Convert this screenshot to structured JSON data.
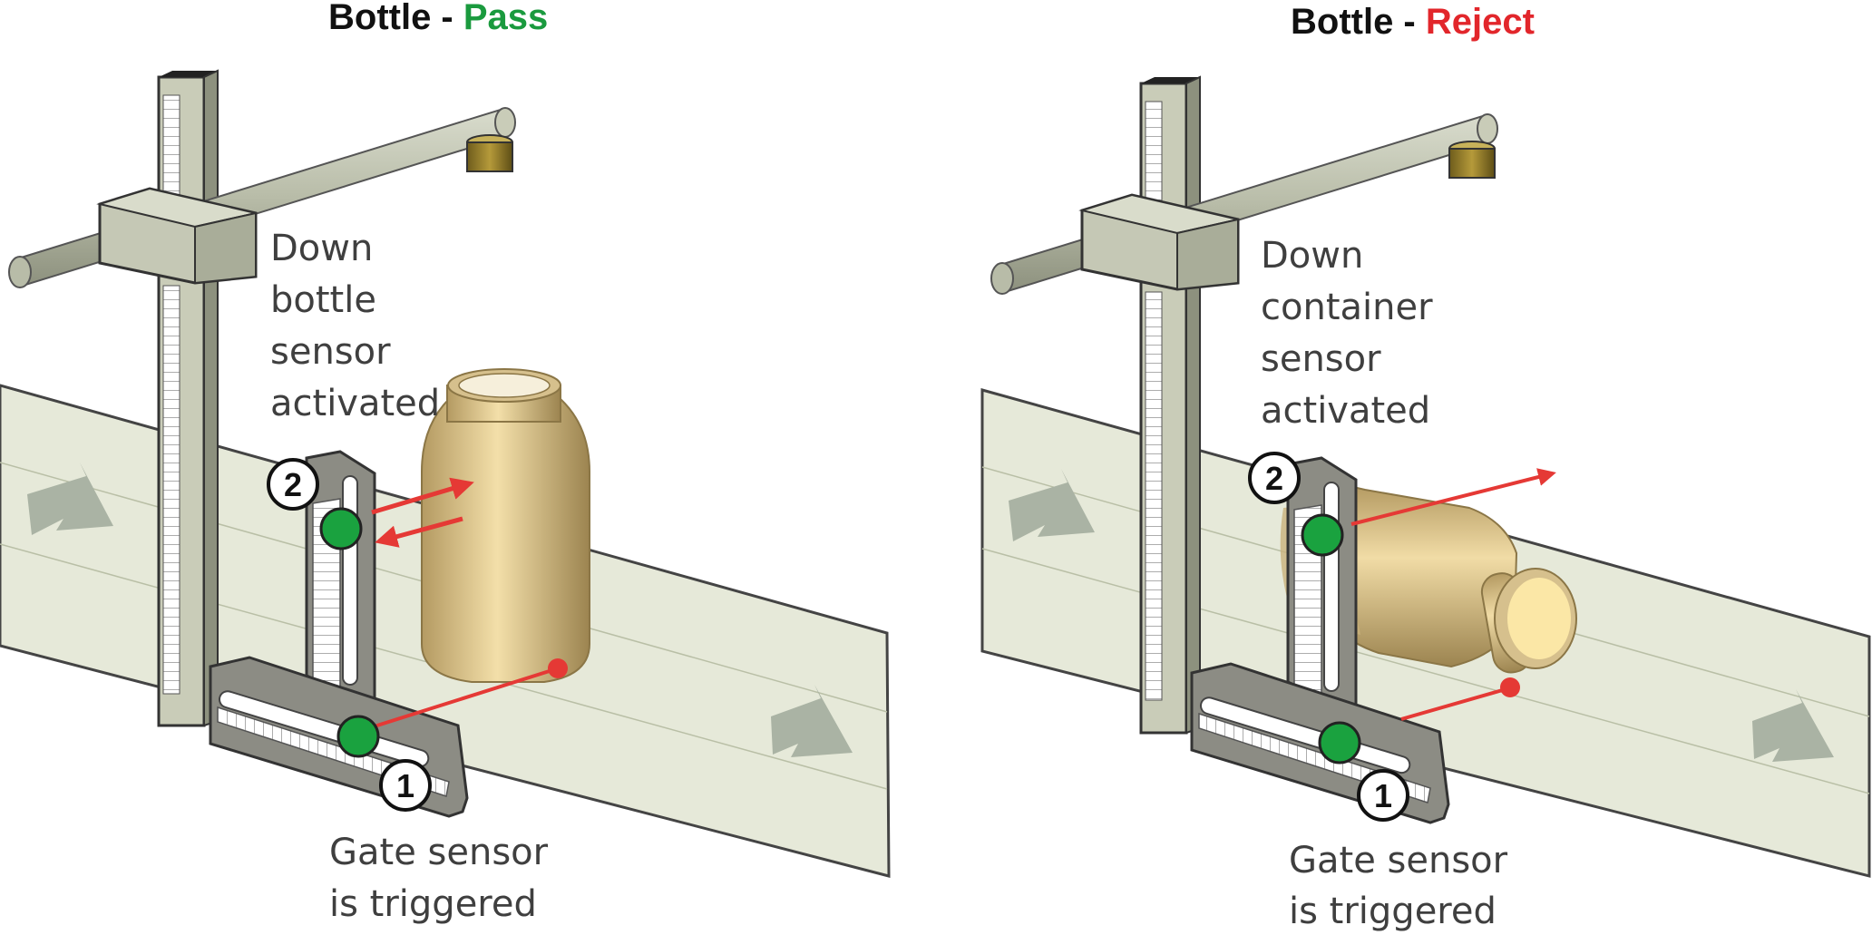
{
  "panels": [
    {
      "title_prefix": "Bottle - ",
      "title_status": "Pass",
      "status_color": "#1a9a3e",
      "top_label": [
        "Down",
        "bottle",
        "sensor",
        "activated"
      ],
      "bottom_label": [
        "Gate sensor",
        "is triggered"
      ],
      "marker_upper": "2",
      "marker_lower": "1",
      "bottle_state": "upright"
    },
    {
      "title_prefix": "Bottle - ",
      "title_status": "Reject",
      "status_color": "#e2262b",
      "top_label": [
        "Down",
        "container",
        "sensor",
        "activated"
      ],
      "bottom_label": [
        "Gate sensor",
        "is triggered"
      ],
      "marker_upper": "2",
      "marker_lower": "1",
      "bottle_state": "tipped-over"
    }
  ],
  "colors": {
    "text": "#3f3f3f",
    "conveyor": "#e6e9d9",
    "metal": "#8c8c84",
    "sensor_green": "#1aa23f",
    "beam_red": "#e53935",
    "bottle": "#d9c08a"
  }
}
